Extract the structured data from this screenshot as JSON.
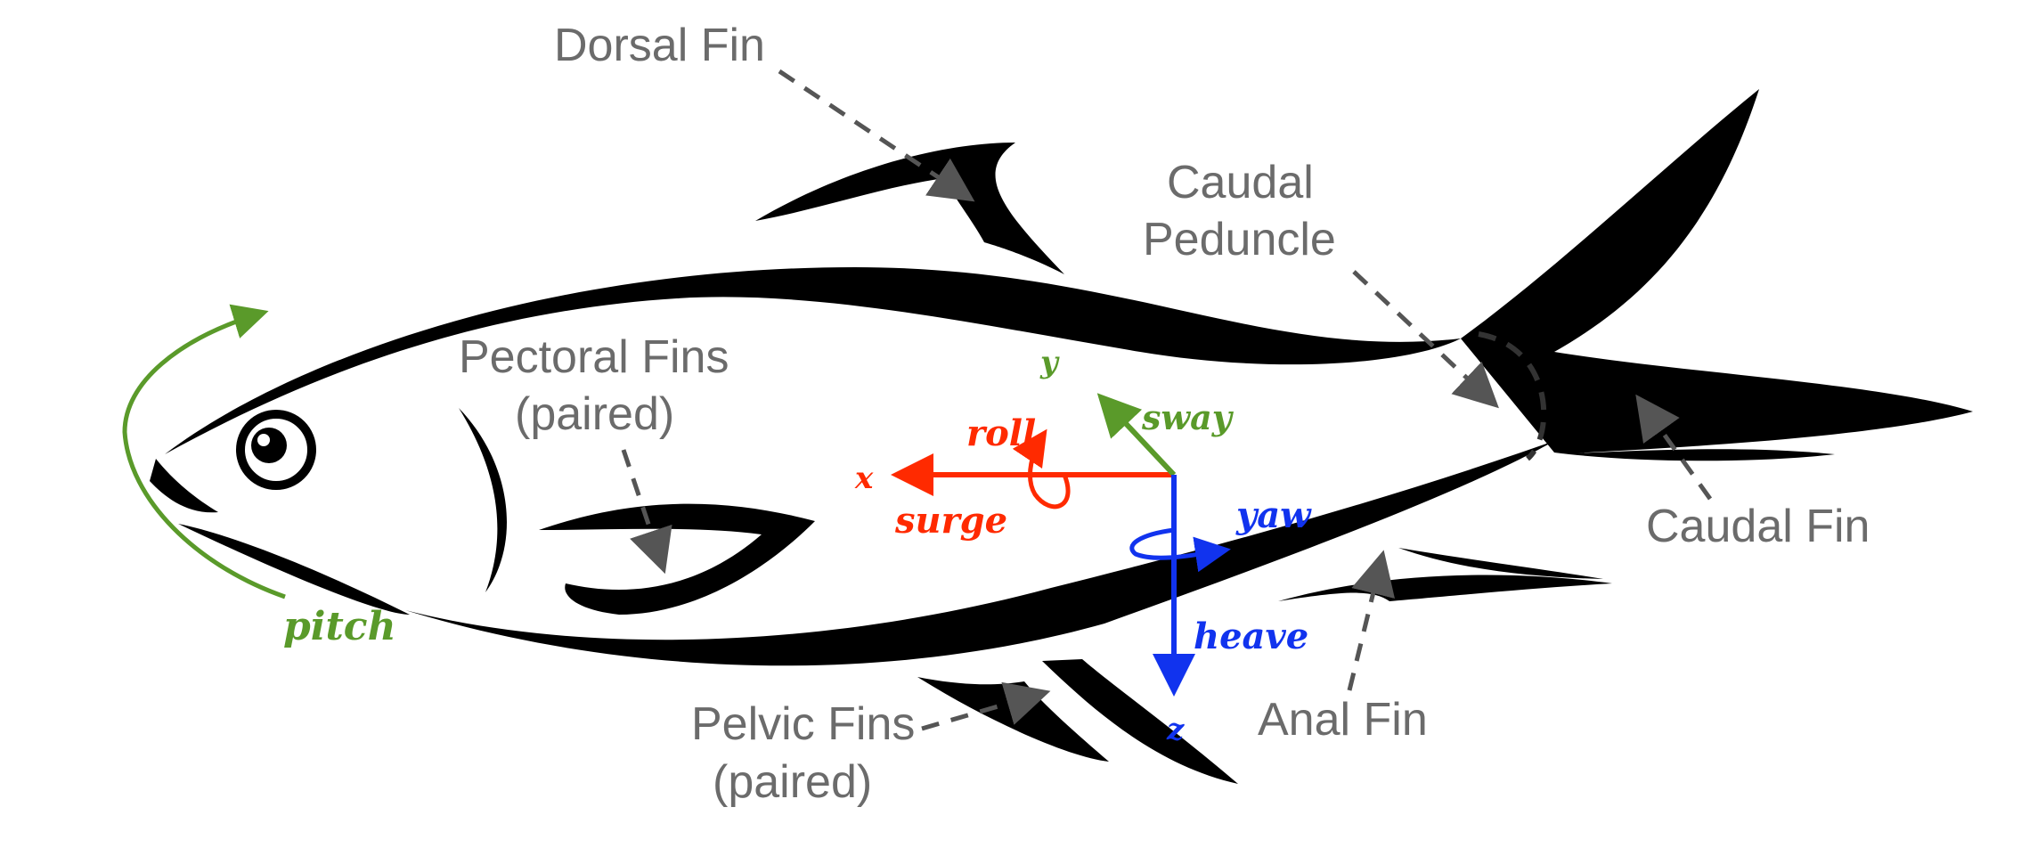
{
  "labels": {
    "dorsal_fin": "Dorsal Fin",
    "caudal_peduncle_line1": "Caudal",
    "caudal_peduncle_line2": "Peduncle",
    "pectoral_line1": "Pectoral Fins",
    "pectoral_line2": "(paired)",
    "caudal_fin": "Caudal Fin",
    "pelvic_line1": "Pelvic Fins",
    "pelvic_line2": "(paired)",
    "anal_fin": "Anal Fin"
  },
  "axes": {
    "x": "x",
    "y": "y",
    "z": "z",
    "roll": "roll",
    "surge": "surge",
    "sway": "sway",
    "yaw": "yaw",
    "heave": "heave",
    "pitch": "pitch"
  },
  "colors": {
    "outline": "#000000",
    "label_text": "#6b6b6b",
    "leader_line": "#555555",
    "x_axis": "#ff2a00",
    "y_axis": "#5a9a2a",
    "z_axis": "#1133ee",
    "pitch": "#5a9a2a"
  }
}
